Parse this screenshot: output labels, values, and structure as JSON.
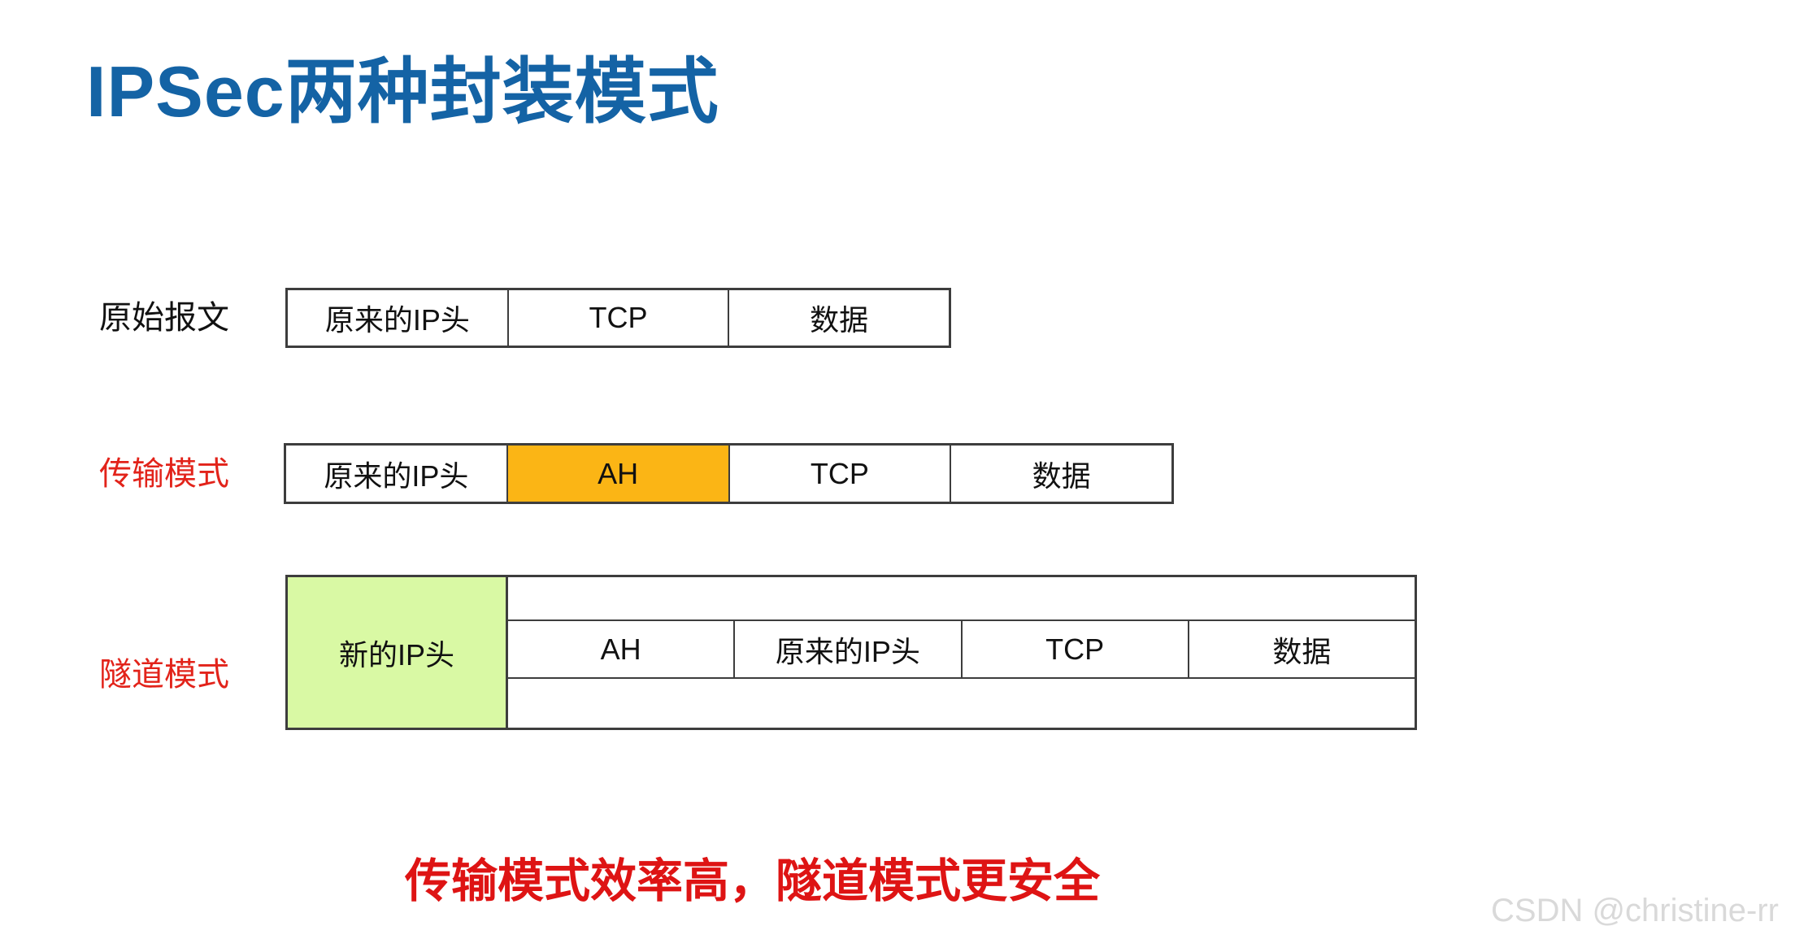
{
  "title": "IPSec两种封装模式",
  "colors": {
    "title-blue": "#1463a5",
    "label-red": "#e2231a",
    "conclusion-red": "#de1414",
    "ah-orange": "#fbb515",
    "new-ip-green": "#d9f9a4",
    "border-dark": "#3d3d3d",
    "cell-text": "#111111",
    "watermark-gray": "#d9d9d9"
  },
  "rows": {
    "original": {
      "label": "原始报文",
      "cells": [
        "原来的IP头",
        "TCP",
        "数据"
      ]
    },
    "transport": {
      "label": "传输模式",
      "cells": [
        "原来的IP头",
        "AH",
        "TCP",
        "数据"
      ],
      "highlighted_cell": "AH"
    },
    "tunnel": {
      "label": "隧道模式",
      "new_ip_cell": "新的IP头",
      "cells": [
        "AH",
        "原来的IP头",
        "TCP",
        "数据"
      ]
    }
  },
  "conclusion": "传输模式效率高，隧道模式更安全",
  "watermark": "CSDN @christine-rr"
}
